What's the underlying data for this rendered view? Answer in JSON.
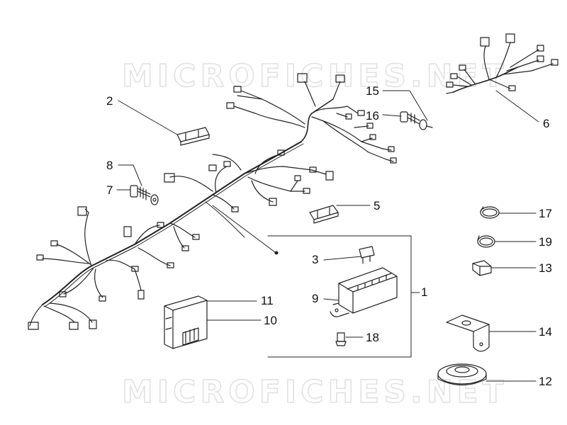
{
  "watermark": {
    "text": "MICROFICHES.NET"
  },
  "colors": {
    "line": "#222222",
    "watermark": "#e0e0e0",
    "background": "#ffffff"
  },
  "callouts": [
    {
      "id": "1",
      "text": "1"
    },
    {
      "id": "2",
      "text": "2"
    },
    {
      "id": "3",
      "text": "3"
    },
    {
      "id": "5",
      "text": "5"
    },
    {
      "id": "6",
      "text": "6"
    },
    {
      "id": "7",
      "text": "7"
    },
    {
      "id": "8",
      "text": "8"
    },
    {
      "id": "9",
      "text": "9"
    },
    {
      "id": "10",
      "text": "10"
    },
    {
      "id": "11",
      "text": "11"
    },
    {
      "id": "12",
      "text": "12"
    },
    {
      "id": "13",
      "text": "13"
    },
    {
      "id": "14",
      "text": "14"
    },
    {
      "id": "15",
      "text": "15"
    },
    {
      "id": "16",
      "text": "16"
    },
    {
      "id": "17",
      "text": "17"
    },
    {
      "id": "18",
      "text": "18"
    },
    {
      "id": "19",
      "text": "19"
    }
  ]
}
